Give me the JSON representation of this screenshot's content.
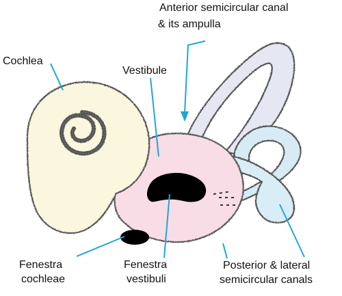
{
  "diagram": {
    "labels": {
      "cochlea": "Cochlea",
      "anterior_line1": "Anterior semicircular canal",
      "anterior_line2": "& its ampulla",
      "vestibule": "Vestibule",
      "fenestra_cochleae_line1": "Fenestra",
      "fenestra_cochleae_line2": "cochleae",
      "fenestra_vestibuli_line1": "Fenestra",
      "fenestra_vestibuli_line2": "vestibuli",
      "posterior_line1": "Posterior & lateral",
      "posterior_line2": "semicircular canals"
    },
    "colors": {
      "cochlea_fill": "#fbf7df",
      "vestibule_fill": "#f9dde6",
      "anterior_canal_fill": "#e5e7f3",
      "posterior_canal_fill": "#d7ebf4",
      "lateral_canal_fill": "#d9edf6",
      "window_fill": "#000000",
      "leader_line": "#1ea6d8",
      "outline": "#6a6a6a"
    }
  }
}
